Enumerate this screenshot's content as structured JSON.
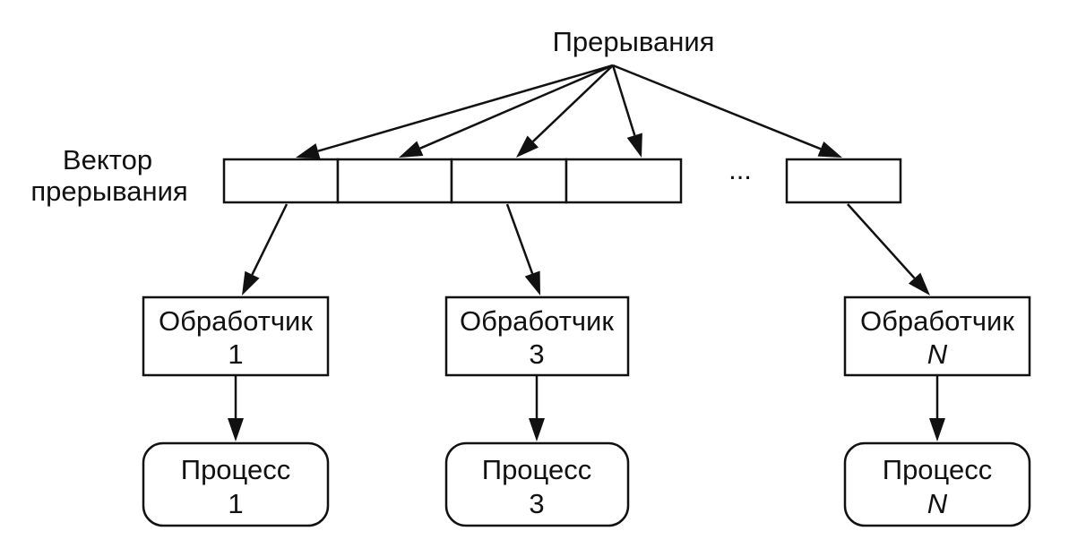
{
  "interrupts_label": "Прерывания",
  "vector_label": {
    "line1": "Вектор",
    "line2": "прерывания"
  },
  "ellipsis": "...",
  "handlers": [
    {
      "title": "Обработчик",
      "index": "1"
    },
    {
      "title": "Обработчик",
      "index": "3"
    },
    {
      "title": "Обработчик",
      "index": "N"
    }
  ],
  "processes": [
    {
      "title": "Процесс",
      "index": "1"
    },
    {
      "title": "Процесс",
      "index": "3"
    },
    {
      "title": "Процесс",
      "index": "N"
    }
  ]
}
